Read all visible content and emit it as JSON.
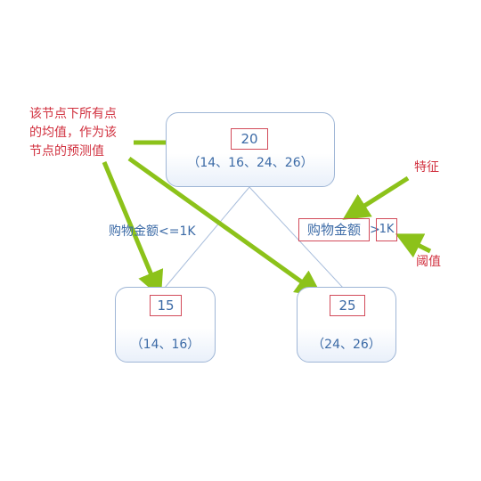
{
  "root": {
    "value": "20",
    "members": "（14、16、24、26）"
  },
  "left_child": {
    "value": "15",
    "members": "（14、16）"
  },
  "right_child": {
    "value": "25",
    "members": "（24、26）"
  },
  "split": {
    "left_condition": "购物金额<=1K",
    "feature": "购物金额",
    "operator": ">",
    "threshold": "1K"
  },
  "annotations": {
    "prediction_note_line1": "该节点下所有点",
    "prediction_note_line2": "的均值，作为该",
    "prediction_note_line3": "节点的预测值",
    "feature_label": "特征",
    "threshold_label": "阈值"
  },
  "colors": {
    "node_border": "#9fb6d6",
    "red_highlight": "#d24b5a",
    "arrow_green": "#8cc21a",
    "text_blue": "#3b6aa6",
    "text_red": "#d1313f"
  }
}
